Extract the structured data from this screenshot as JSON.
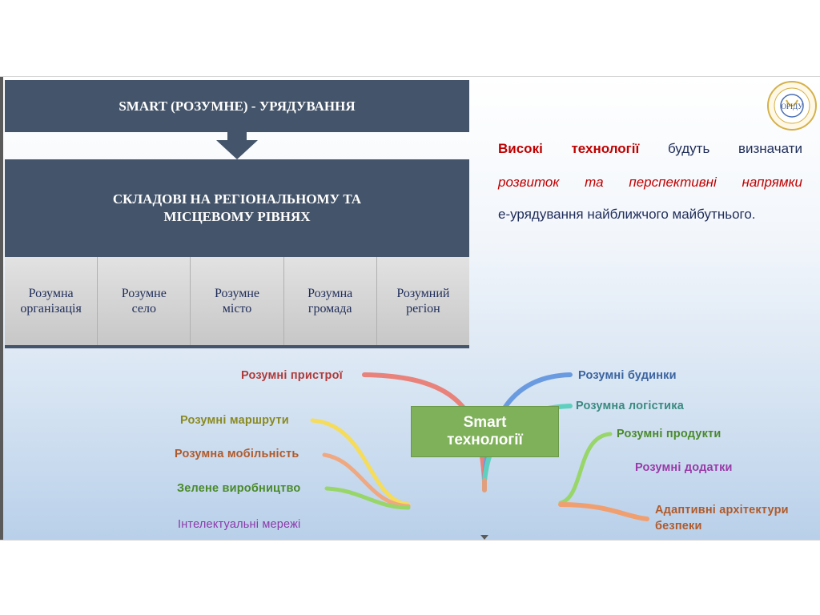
{
  "header": {
    "title": "SMART (РОЗУМНЕ) - УРЯДУВАННЯ"
  },
  "components": {
    "title": "СКЛАДОВІ НА РЕГІОНАЛЬНОМУ ТА МІСЦЕВОМУ РІВНЯХ",
    "items": [
      {
        "line1": "Розумна",
        "line2": "організація"
      },
      {
        "line1": "Розумне",
        "line2": "село"
      },
      {
        "line1": "Розумне",
        "line2": "місто"
      },
      {
        "line1": "Розумна",
        "line2": "громада"
      },
      {
        "line1": "Розумний",
        "line2": "регіон"
      }
    ]
  },
  "logo": {
    "name": "ОРІДУ",
    "text": "ОРІДУ"
  },
  "paragraph": {
    "l1_bold": "Високі технології",
    "l1_rest": "будуть визначати",
    "l2_italic": "розвиток та перспективні напрямки",
    "l3": "е-урядування найближчого майбутнього."
  },
  "mindmap": {
    "center": {
      "line1": "Smart",
      "line2": "технології"
    },
    "branches": {
      "devices": "Розумні пристрої",
      "buildings": "Розумні будинки",
      "logistics": "Розумна логістика",
      "products": "Розумні продукти",
      "apps": "Розумні додатки",
      "security_1": "Адаптивні архітектури",
      "security_2": "безпеки",
      "routes": "Розумні маршрути",
      "mobility": "Розумна мобільність",
      "green": "Зелене виробництво",
      "networks": "Інтелектуальні мережі"
    }
  },
  "colors": {
    "box_dark": "#44546a",
    "red_text": "#c00000",
    "navy_text": "#1f2d5a",
    "center_green": "#7fb05a",
    "branch_devices": "#e8827a",
    "branch_buildings": "#6a9be0",
    "branch_logistics": "#5fd0c0",
    "branch_products": "#98d66a",
    "branch_security": "#f0a070",
    "branch_routes": "#f5dc5a",
    "branch_mobility": "#f0a880",
    "branch_green": "#98d66a"
  }
}
